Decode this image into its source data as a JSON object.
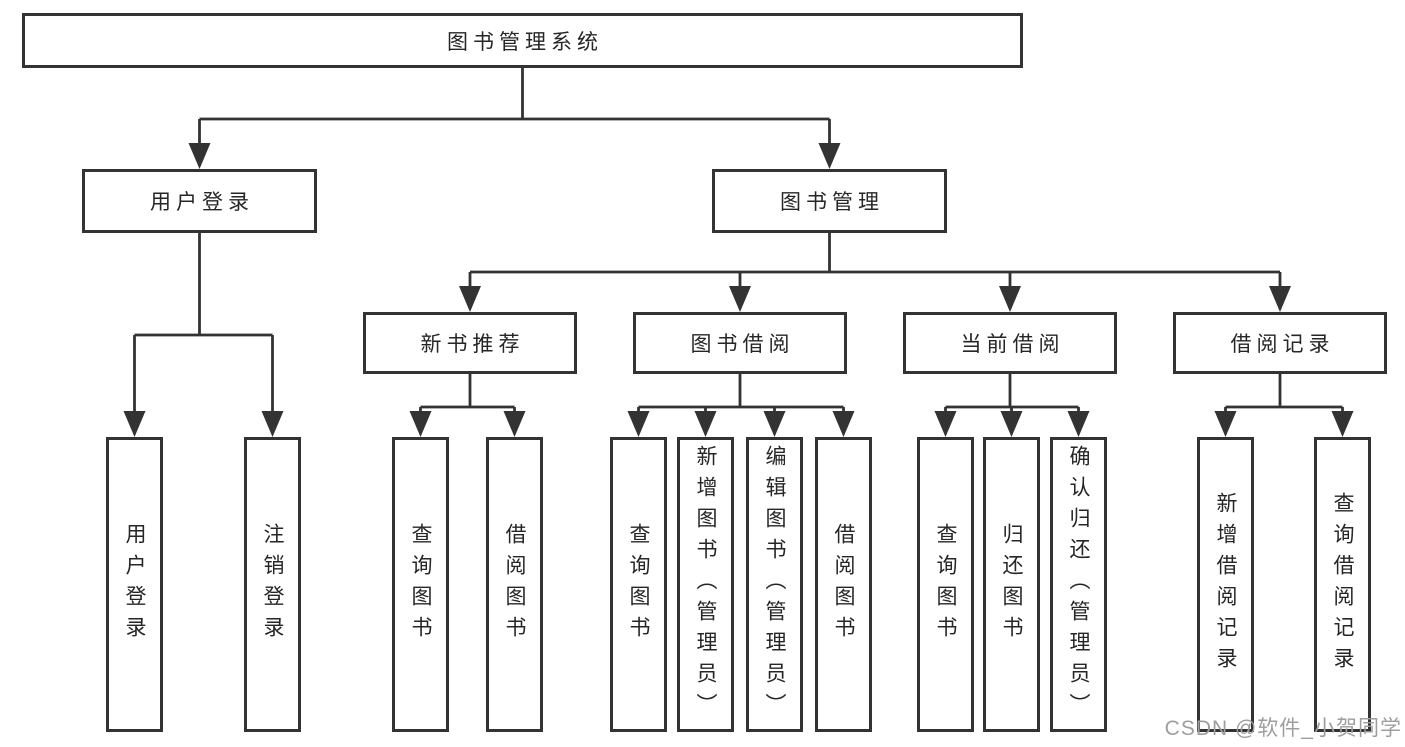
{
  "diagram": {
    "tree": {
      "label": "图书管理系统",
      "children": [
        {
          "label": "用户登录",
          "children": [
            {
              "label": "用户登录"
            },
            {
              "label": "注销登录"
            }
          ]
        },
        {
          "label": "图书管理",
          "children": [
            {
              "label": "新书推荐",
              "children": [
                {
                  "label": "查询图书"
                },
                {
                  "label": "借阅图书"
                }
              ]
            },
            {
              "label": "图书借阅",
              "children": [
                {
                  "label": "查询图书"
                },
                {
                  "label": "新增图书（管理员）"
                },
                {
                  "label": "编辑图书（管理员）"
                },
                {
                  "label": "借阅图书"
                }
              ]
            },
            {
              "label": "当前借阅",
              "children": [
                {
                  "label": "查询图书"
                },
                {
                  "label": "归还图书"
                },
                {
                  "label": "确认归还（管理员）"
                }
              ]
            },
            {
              "label": "借阅记录",
              "children": [
                {
                  "label": "新增借阅记录"
                },
                {
                  "label": "查询借阅记录"
                }
              ]
            }
          ]
        }
      ]
    },
    "watermark": "CSDN @软件_小贺同学",
    "colors": {
      "line_color": "#333333",
      "text_color": "#262626",
      "box_fill": "#ffffff",
      "watermark_color": "#9e9e9e",
      "background": "#ffffff"
    }
  }
}
